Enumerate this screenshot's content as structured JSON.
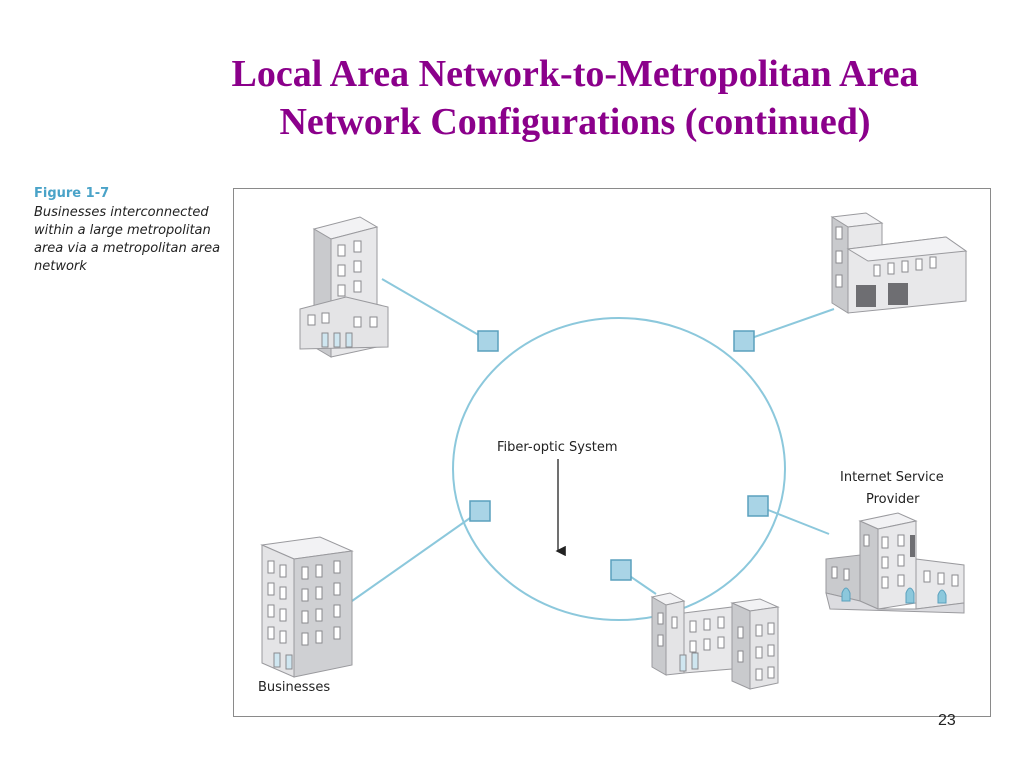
{
  "slide": {
    "title_line1": "Local Area Network-to-Metropolitan Area",
    "title_line2": "Network Configurations (continued)",
    "page_number": "23"
  },
  "figure": {
    "number": "Figure 1-7",
    "caption": "Businesses interconnected within a large metropolitan area via a metropolitan area network"
  },
  "diagram": {
    "fiber_label": "Fiber-optic System",
    "isp_label_line1": "Internet Service",
    "isp_label_line2": "Provider",
    "businesses_label": "Businesses"
  },
  "colors": {
    "title": "#8b008b",
    "figure_number": "#4aa3c8",
    "ring": "#8cc8dc",
    "node_fill": "#a9d4e6",
    "node_stroke": "#5aa0bd",
    "building_front": "#e8e8ea",
    "building_side": "#c9cacd"
  }
}
